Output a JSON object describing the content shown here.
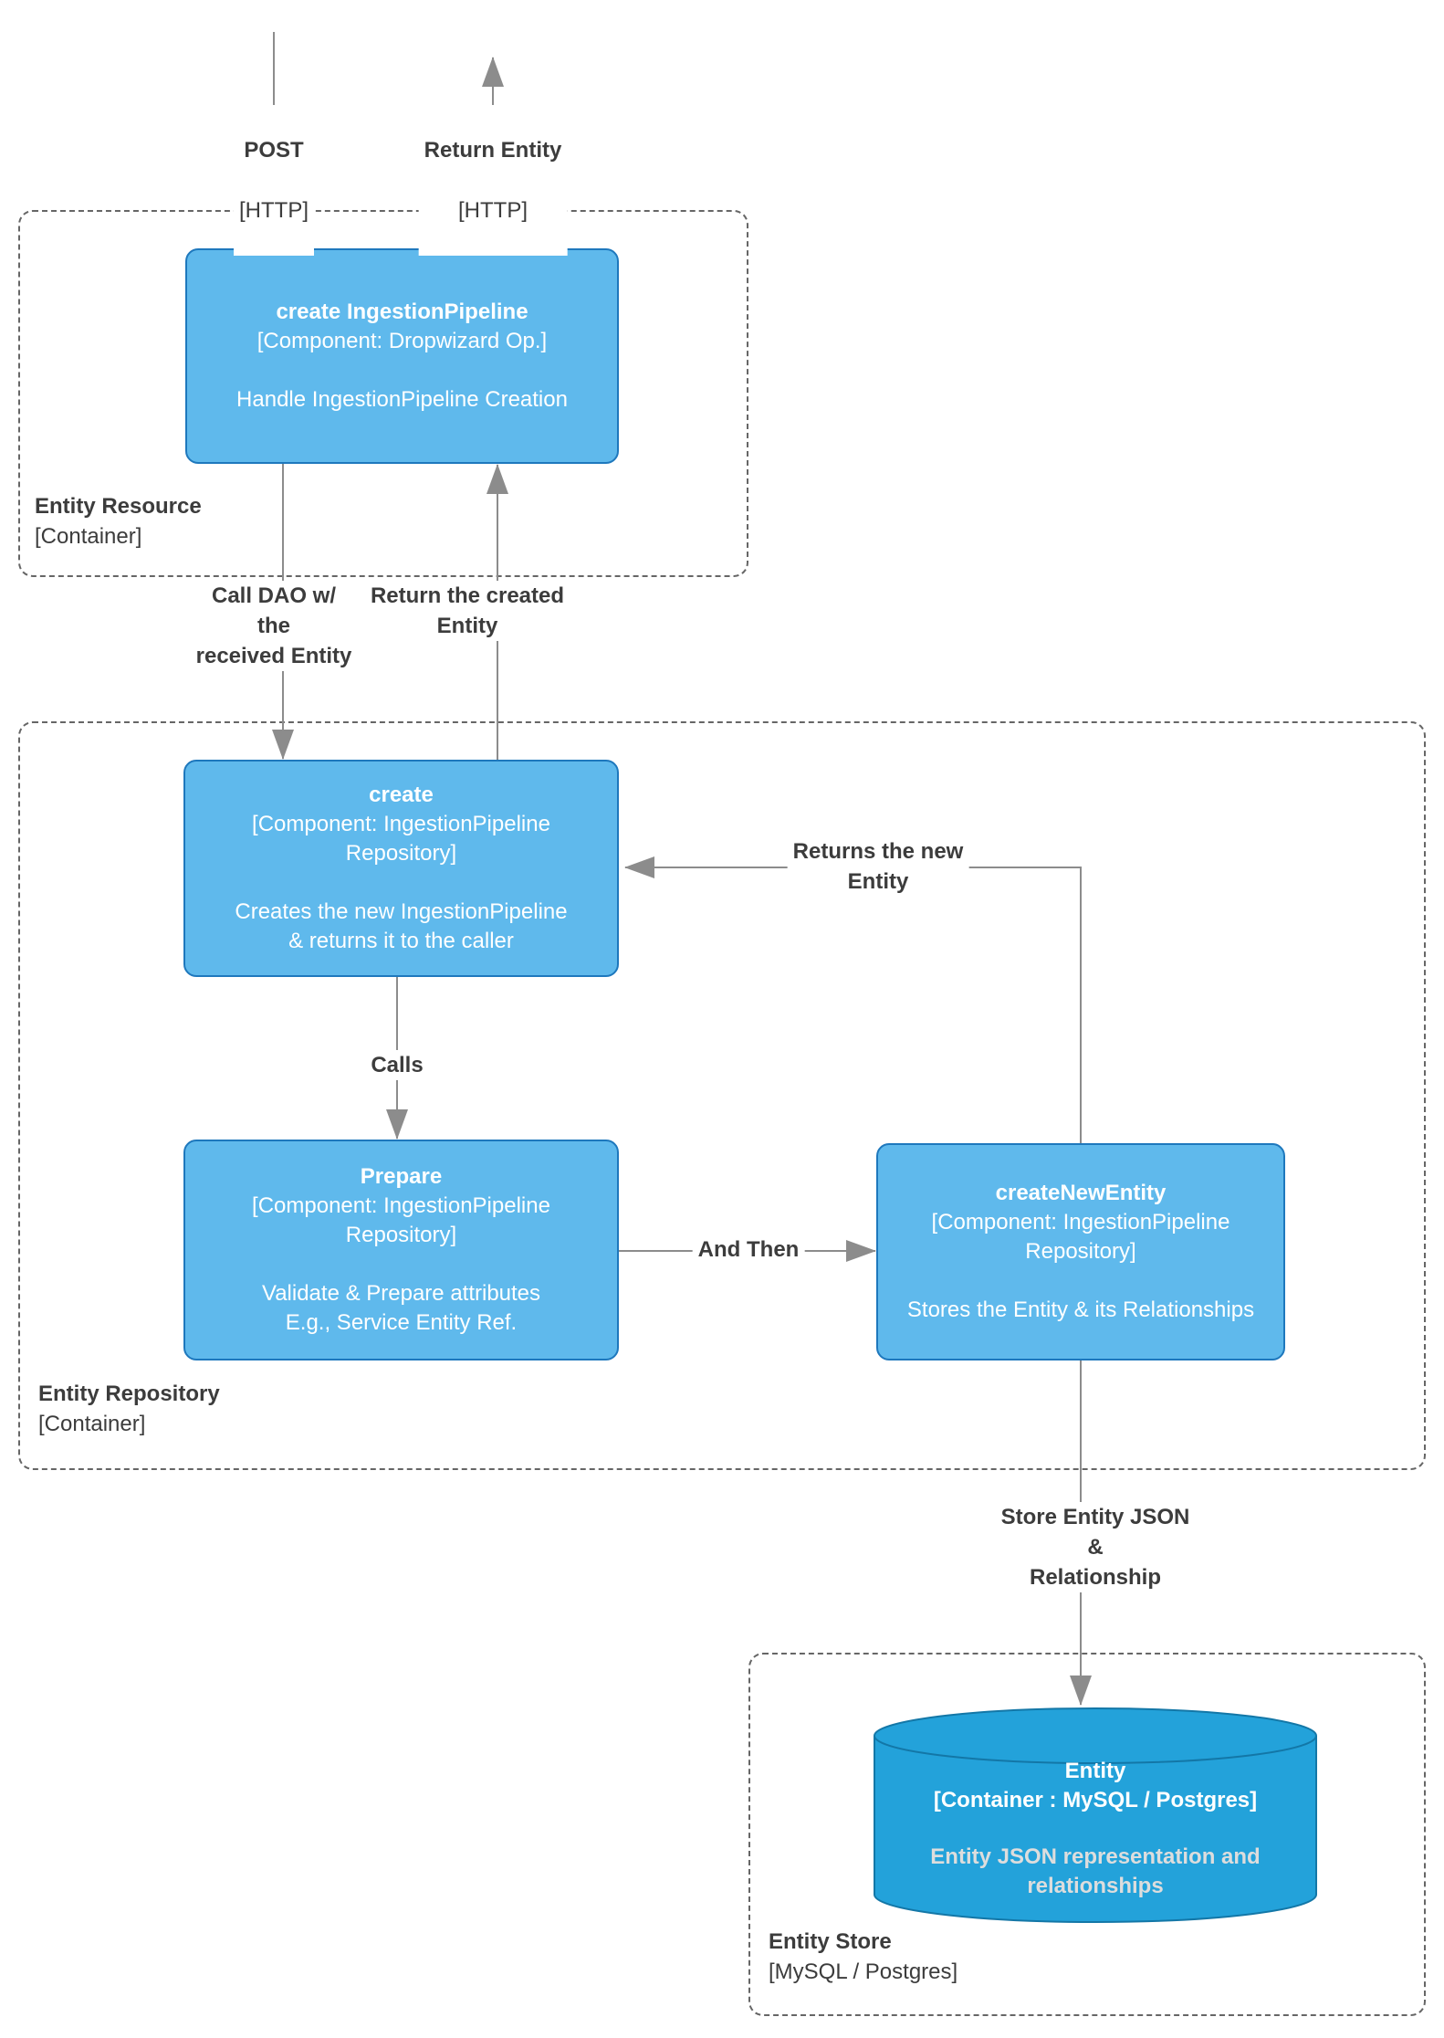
{
  "colors": {
    "node_fill": "#5fb9ec",
    "node_border": "#1e78bd",
    "db_fill": "#23a2da",
    "db_border": "#1377a7",
    "edge": "#8c8c8c",
    "container_border": "#666666",
    "text_dark": "#3c3c3c",
    "text_light": "#ffffff"
  },
  "containers": {
    "entity_resource": {
      "title": "Entity Resource",
      "subtitle": "[Container]"
    },
    "entity_repository": {
      "title": "Entity Repository",
      "subtitle": "[Container]"
    },
    "entity_store": {
      "title": "Entity Store",
      "subtitle": "[MySQL / Postgres]"
    }
  },
  "nodes": {
    "create_ingestion_pipeline": {
      "title": "create IngestionPipeline",
      "meta": "[Component: Dropwizard Op.]",
      "description": "Handle IngestionPipeline Creation"
    },
    "create": {
      "title": "create",
      "meta": "[Component: IngestionPipeline\nRepository]",
      "description": "Creates the new IngestionPipeline\n& returns it to the caller"
    },
    "prepare": {
      "title": "Prepare",
      "meta": "[Component: IngestionPipeline\nRepository]",
      "description": "Validate & Prepare attributes\nE.g., Service Entity Ref."
    },
    "create_new_entity": {
      "title": "createNewEntity",
      "meta": "[Component: IngestionPipeline\nRepository]",
      "description": "Stores the Entity & its Relationships"
    },
    "entity_db": {
      "title": "Entity",
      "meta": "[Container : MySQL / Postgres]",
      "description": "Entity JSON representation and\nrelationships"
    }
  },
  "edges": {
    "post": {
      "title": "POST",
      "subtitle": "[HTTP]"
    },
    "return_entity": {
      "title": "Return Entity",
      "subtitle": "[HTTP]"
    },
    "call_dao": {
      "label": "Call DAO w/\nthe\nreceived Entity"
    },
    "return_created": {
      "label": "Return the created\nEntity"
    },
    "calls": {
      "label": "Calls"
    },
    "and_then": {
      "label": "And Then"
    },
    "returns_new": {
      "label": "Returns the new\nEntity"
    },
    "store_json": {
      "label": "Store Entity JSON\n&\nRelationship"
    }
  }
}
